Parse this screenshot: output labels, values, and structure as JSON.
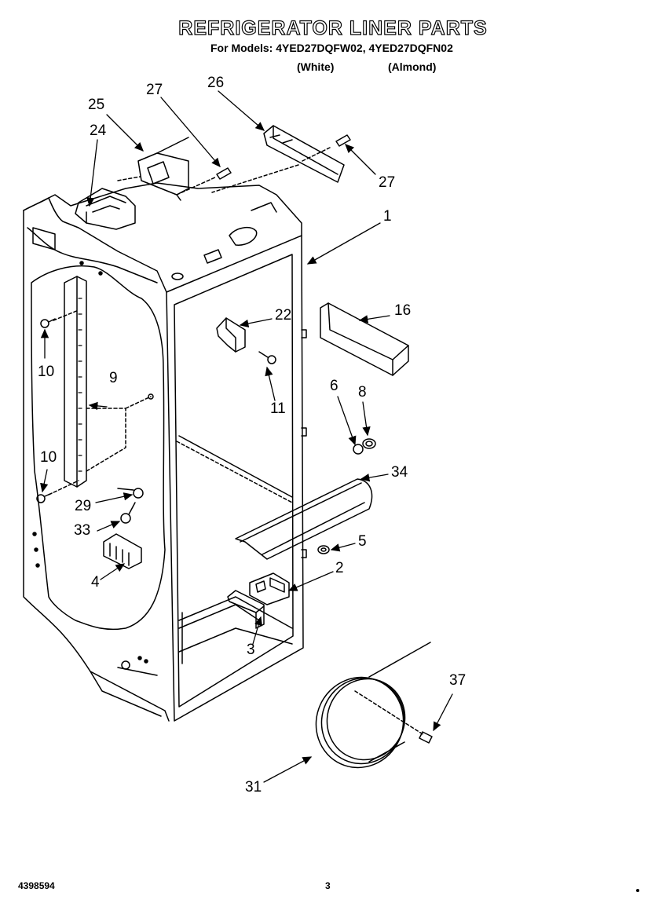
{
  "header": {
    "title": "REFRIGERATOR LINER PARTS",
    "models_line": "For Models: 4YED27DQFW02, 4YED27DQFN02",
    "finish_white": "(White)",
    "finish_almond": "(Almond)"
  },
  "callouts": {
    "c1": "1",
    "c2": "2",
    "c3": "3",
    "c4": "4",
    "c5": "5",
    "c6": "6",
    "c8": "8",
    "c9": "9",
    "c10a": "10",
    "c10b": "10",
    "c11": "11",
    "c16": "16",
    "c22": "22",
    "c24": "24",
    "c25": "25",
    "c26": "26",
    "c27a": "27",
    "c27b": "27",
    "c29": "29",
    "c31": "31",
    "c33": "33",
    "c34": "34",
    "c37": "37"
  },
  "footer": {
    "part_number": "4398594",
    "page_number": "3"
  }
}
